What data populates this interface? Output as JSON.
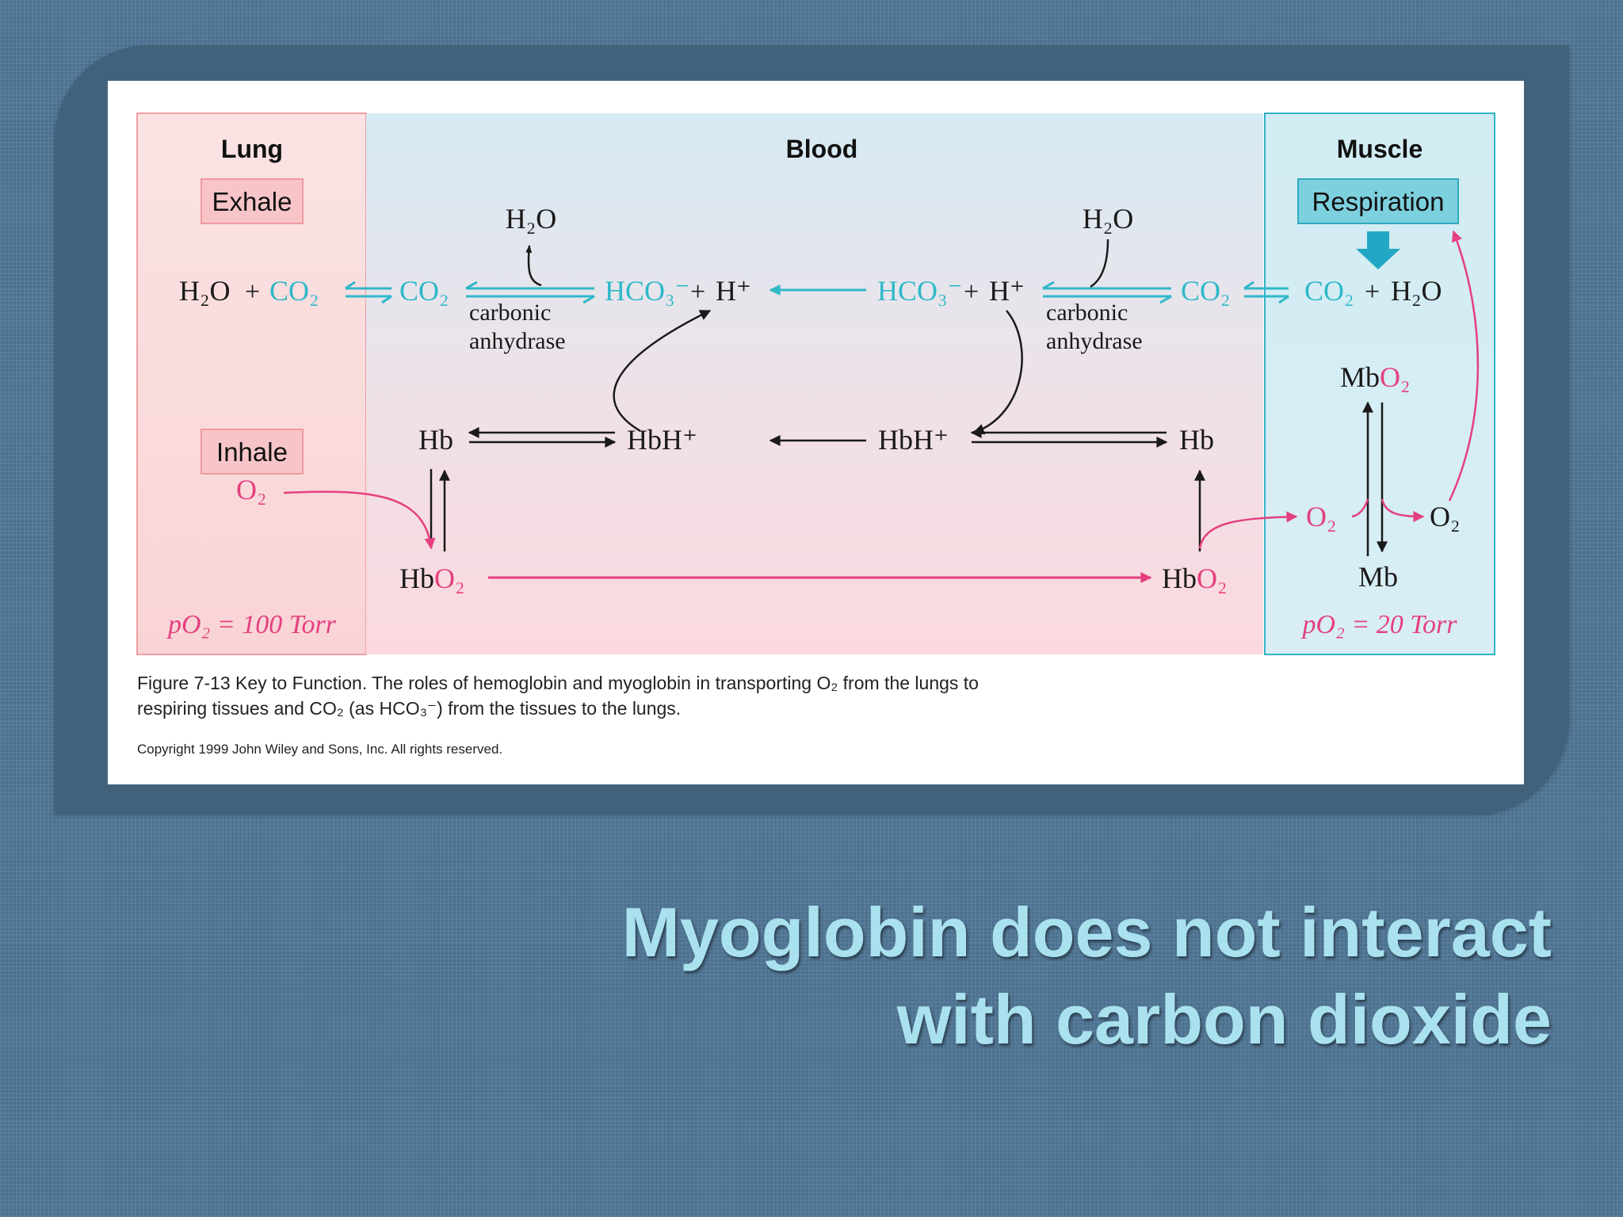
{
  "colors": {
    "slide_bg": "#4b7190",
    "frame": "#42627b",
    "cyan": "#2fb8c8",
    "pink": "#e4407f",
    "title": "#a9e2ee"
  },
  "diagram": {
    "regions": {
      "lung": "Lung",
      "blood": "Blood",
      "muscle": "Muscle"
    },
    "boxes": {
      "exhale": "Exhale",
      "inhale": "Inhale",
      "respiration": "Respiration"
    },
    "enzyme": {
      "line1": "carbonic",
      "line2": "anhydrase"
    },
    "lung_po2": "pO₂ = 100 Torr",
    "muscle_po2": "pO₂ = 20 Torr",
    "species": {
      "h2o": "H₂O",
      "co2": "CO₂",
      "hco3": "HCO₃⁻",
      "h_plus": "H⁺",
      "hb": "Hb",
      "hbh": "HbH⁺",
      "hbo2": "HbO₂",
      "o2": "O₂",
      "mbo2": "MbO₂",
      "mb": "Mb"
    }
  },
  "caption": {
    "line1": "Figure 7-13  Key to Function. The roles of hemoglobin and myoglobin in transporting O₂ from the lungs to",
    "line2": "respiring tissues and CO₂ (as HCO₃⁻) from the tissues to the lungs.",
    "copyright": "Copyright 1999 John Wiley and Sons, Inc. All rights reserved."
  },
  "slide_title": {
    "line1": "Myoglobin does not interact",
    "line2": "with carbon dioxide"
  }
}
